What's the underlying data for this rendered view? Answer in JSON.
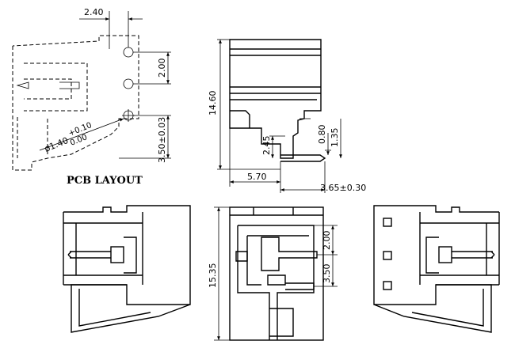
{
  "pcb_layout": {
    "title": "PCB LAYOUT",
    "dim_pitch_x": "2.40",
    "dim_pitch_y": "2.00",
    "dim_offset": "3.50±0.03",
    "dim_hole_a": "ø1.40",
    "dim_hole_b": "+0.10",
    "dim_hole_c": "0.00"
  },
  "side_view": {
    "dim_height": "14.60",
    "dim_width": "5.70",
    "dim_pin": "3.65±0.30",
    "dim_a": "2.45",
    "dim_b": "0.80",
    "dim_c": "1.35"
  },
  "middle_view": {
    "dim_height": "15.35",
    "dim_pitch": "2.00",
    "dim_offset": "3.50"
  }
}
